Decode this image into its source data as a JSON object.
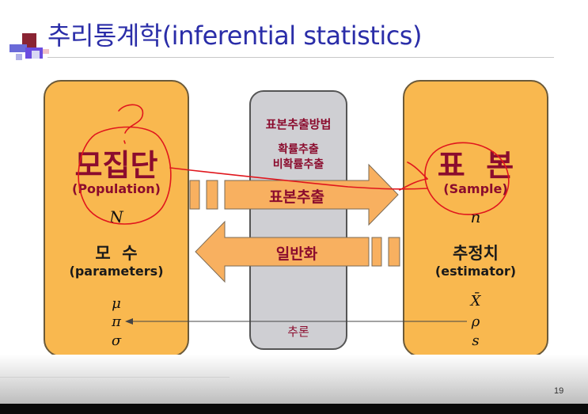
{
  "title": "추리통계학(inferential  statistics)",
  "left_box": {
    "heading": "모집단",
    "subheading": "(Population)",
    "symbol": "N",
    "label": "모  수",
    "sublabel": "(parameters)",
    "params": [
      "μ",
      "π",
      "σ"
    ]
  },
  "right_box": {
    "heading": "표  본",
    "subheading": "(Sample)",
    "symbol": "n",
    "label": "추정치",
    "sublabel": "(estimator)",
    "params": [
      "X̄",
      "ρ",
      "s"
    ]
  },
  "center_column": {
    "method_title": "표본추출방법",
    "method_1": "확률추출",
    "method_2": "비확률추출",
    "footer": "추론"
  },
  "arrows": {
    "forward": "표본추출",
    "backward": "일반화"
  },
  "page_number": "19",
  "colors": {
    "title": "#2a2da8",
    "box_fill": "#f9b84f",
    "arrow_fill": "#f8b060",
    "text_maroon": "#8b0c2e",
    "annotation_red": "#e0161d"
  }
}
